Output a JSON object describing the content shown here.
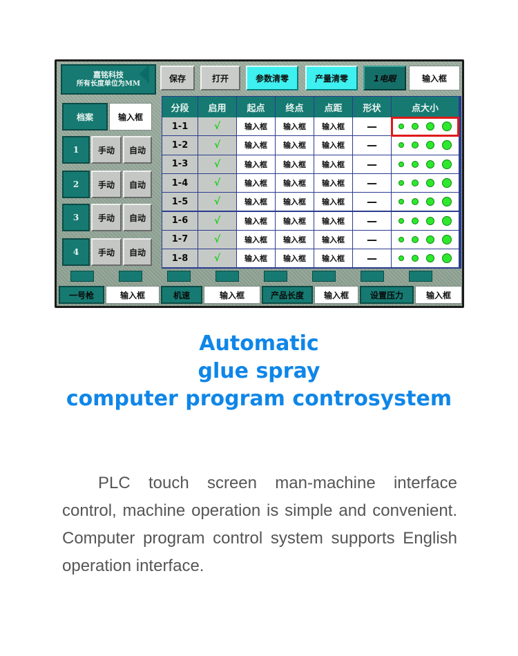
{
  "hmi": {
    "logo_line1": "嘉铭科技",
    "logo_line2": "所有长度单位为MM",
    "toolbar": {
      "save": "保存",
      "open": "打开",
      "param_clear": "参数清零",
      "output_clear": "产量清零",
      "eye": "1电眼",
      "eye_input": "输入框"
    },
    "archive": {
      "label": "档案",
      "input": "输入框"
    },
    "guns": [
      {
        "number": "1",
        "manual": "手动",
        "auto": "自动"
      },
      {
        "number": "2",
        "manual": "手动",
        "auto": "自动"
      },
      {
        "number": "3",
        "manual": "手动",
        "auto": "自动"
      },
      {
        "number": "4",
        "manual": "手动",
        "auto": "自动"
      }
    ],
    "table": {
      "headers": [
        "分段",
        "启用",
        "起点",
        "终点",
        "点距",
        "形状",
        "点大小"
      ],
      "rows": [
        {
          "seg": "1-1",
          "enabled": "√",
          "start": "输入框",
          "end": "输入框",
          "pitch": "输入框",
          "shape": "—"
        },
        {
          "seg": "1-2",
          "enabled": "√",
          "start": "输入框",
          "end": "输入框",
          "pitch": "输入框",
          "shape": "—"
        },
        {
          "seg": "1-3",
          "enabled": "√",
          "start": "输入框",
          "end": "输入框",
          "pitch": "输入框",
          "shape": "—"
        },
        {
          "seg": "1-4",
          "enabled": "√",
          "start": "输入框",
          "end": "输入框",
          "pitch": "输入框",
          "shape": "—"
        },
        {
          "seg": "1-5",
          "enabled": "√",
          "start": "输入框",
          "end": "输入框",
          "pitch": "输入框",
          "shape": "—"
        },
        {
          "seg": "1-6",
          "enabled": "√",
          "start": "输入框",
          "end": "输入框",
          "pitch": "输入框",
          "shape": "—"
        },
        {
          "seg": "1-7",
          "enabled": "√",
          "start": "输入框",
          "end": "输入框",
          "pitch": "输入框",
          "shape": "—"
        },
        {
          "seg": "1-8",
          "enabled": "√",
          "start": "输入框",
          "end": "输入框",
          "pitch": "输入框",
          "shape": "—"
        }
      ],
      "dot_color": "#2ee82e",
      "selected_row": 0
    },
    "bottom": [
      {
        "label": "一号枪",
        "input": "输入框"
      },
      {
        "label": "机速",
        "input": "输入框"
      },
      {
        "label": "产品长度",
        "input": "输入框"
      },
      {
        "label": "设置压力",
        "input": "输入框"
      }
    ]
  },
  "headline": {
    "line1": "Automatic",
    "line2": "glue spray",
    "line3": "computer program controsystem"
  },
  "body": "PLC touch screen man-machine interface control, machine operation is simple and convenient. Computer program control system supports English operation interface.",
  "colors": {
    "accent": "#0f86e8",
    "panel_teal": "#167a72",
    "cyan_button": "#3ef0f0",
    "selection": "#e01818"
  }
}
